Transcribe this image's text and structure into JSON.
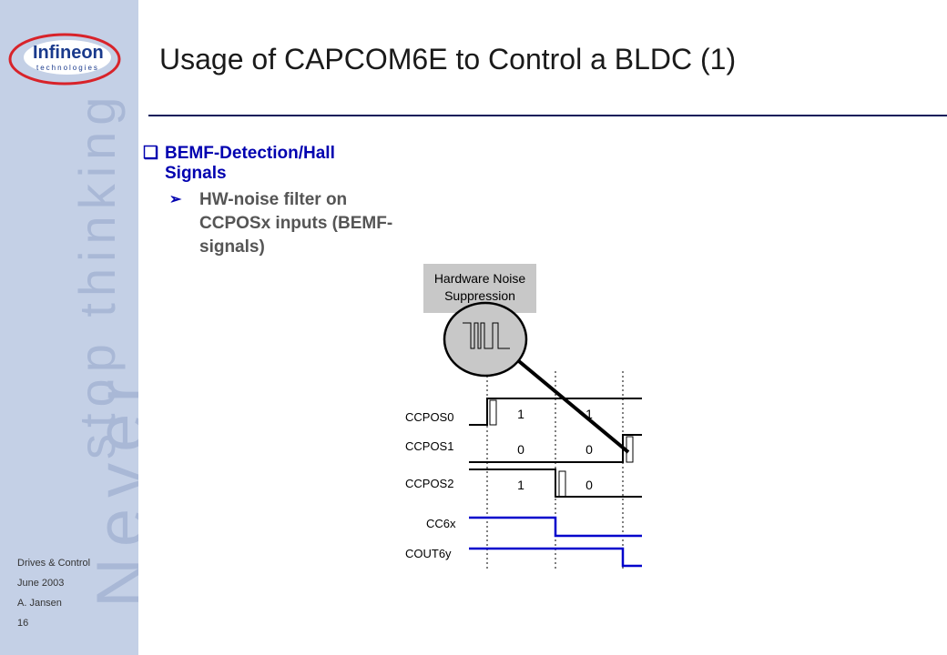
{
  "brand": {
    "logo_name": "Infineon",
    "logo_sub": "technologies",
    "tagline_top": "stop thinking",
    "tagline_bottom": "Never"
  },
  "footer": {
    "line1": "Drives & Control",
    "line2": "June 2003",
    "line3": "A. Jansen",
    "page": "16"
  },
  "title": "Usage of CAPCOM6E to Control a BLDC (1)",
  "bullets": {
    "main": "BEMF-Detection/Hall Signals",
    "sub": "HW-noise filter on CCPOSx inputs (BEMF-signals)"
  },
  "diagram": {
    "callout_line1": "Hardware Noise",
    "callout_line2": "Suppression",
    "signals": [
      "CCPOS0",
      "CCPOS1",
      "CCPOS2",
      "CC6x",
      "COUT6y"
    ],
    "values": {
      "ccpos0_a": "1",
      "ccpos0_b": "1",
      "ccpos1_a": "0",
      "ccpos1_b": "0",
      "ccpos2_a": "1",
      "ccpos2_b": "0"
    },
    "colors": {
      "logic": "#000000",
      "output": "#0000cc",
      "callout_bg": "#c8c8c8",
      "lens": "#c8c8c8"
    }
  }
}
